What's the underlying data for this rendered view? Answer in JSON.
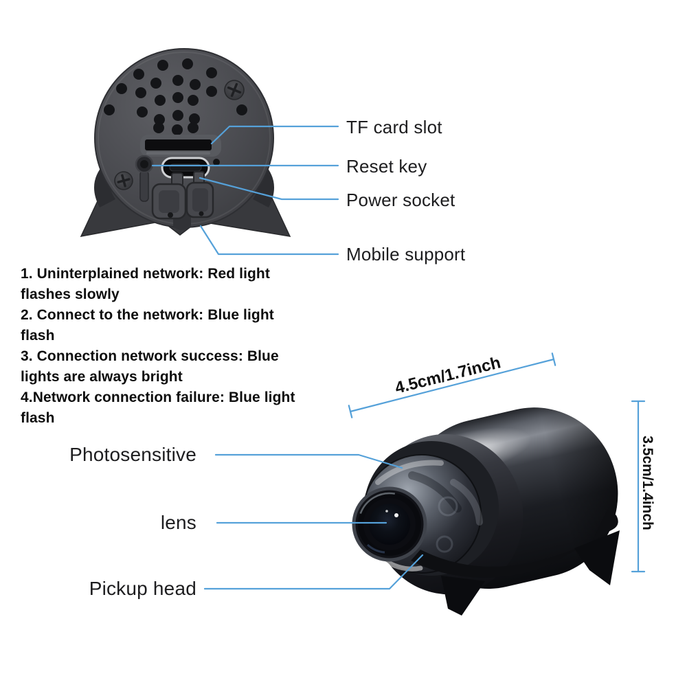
{
  "page": {
    "background": "#ffffff"
  },
  "colors": {
    "callout_line": "#55a1d9",
    "label_text": "#1d1d1f",
    "instructions_text": "#0d0d0d",
    "device_body": "#4a4b50",
    "camera_body": "#17181c"
  },
  "back_view": {
    "callouts": [
      {
        "label": "TF card slot"
      },
      {
        "label": "Reset key"
      },
      {
        "label": "Power socket"
      },
      {
        "label": "Mobile support"
      }
    ]
  },
  "instructions": {
    "lines": [
      "1. Uninterplained network: Red light",
      "flashes slowly",
      "2. Connect to the network: Blue light",
      "flash",
      "3. Connection network success: Blue",
      "lights are always bright",
      "4.Network connection failure: Blue light",
      "flash"
    ]
  },
  "front_view": {
    "callouts": [
      {
        "label": "Photosensitive"
      },
      {
        "label": "lens"
      },
      {
        "label": "Pickup head"
      }
    ],
    "dimensions": {
      "width": "4.5cm/1.7inch",
      "height": "3.5cm/1.4inch"
    }
  }
}
